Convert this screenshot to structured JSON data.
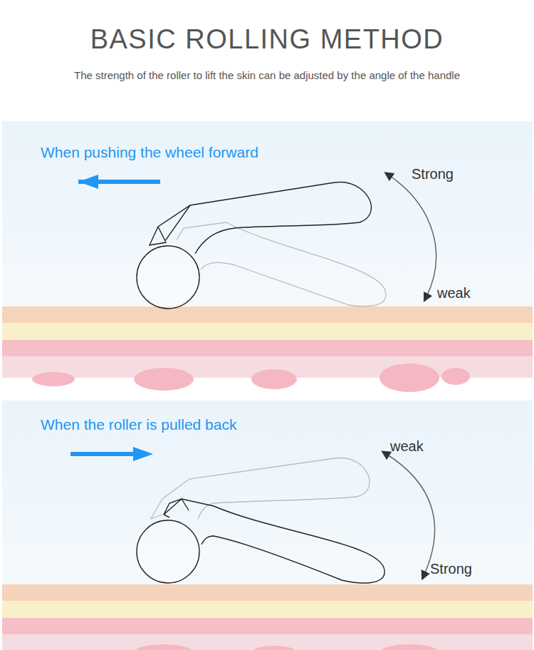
{
  "diagram": {
    "title": "BASIC ROLLING METHOD",
    "caption": "The strength of the roller to lift the skin can be adjusted by the angle of the handle",
    "labels": [
      "When pushing the wheel forward",
      "Strong",
      "weak",
      "When the roller is pulled back",
      "weak",
      "Strong"
    ]
  }
}
